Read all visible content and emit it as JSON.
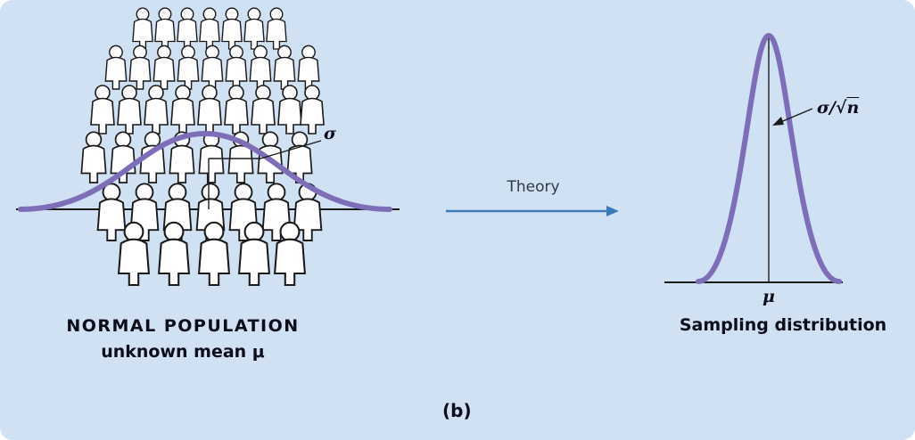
{
  "colors": {
    "background": "#cfe1f3",
    "curve": "#7e6eb8",
    "arrow": "#3d7ab5",
    "text": "#0d0d1a"
  },
  "population": {
    "title": "NORMAL POPULATION",
    "subtitle": "unknown mean μ",
    "sigma_label": "σ"
  },
  "transition": {
    "label": "Theory"
  },
  "sampling": {
    "se_prefix": "σ/√",
    "se_n": "n",
    "mean_label": "μ",
    "caption": "Sampling distribution"
  },
  "figure_label": "(b)"
}
